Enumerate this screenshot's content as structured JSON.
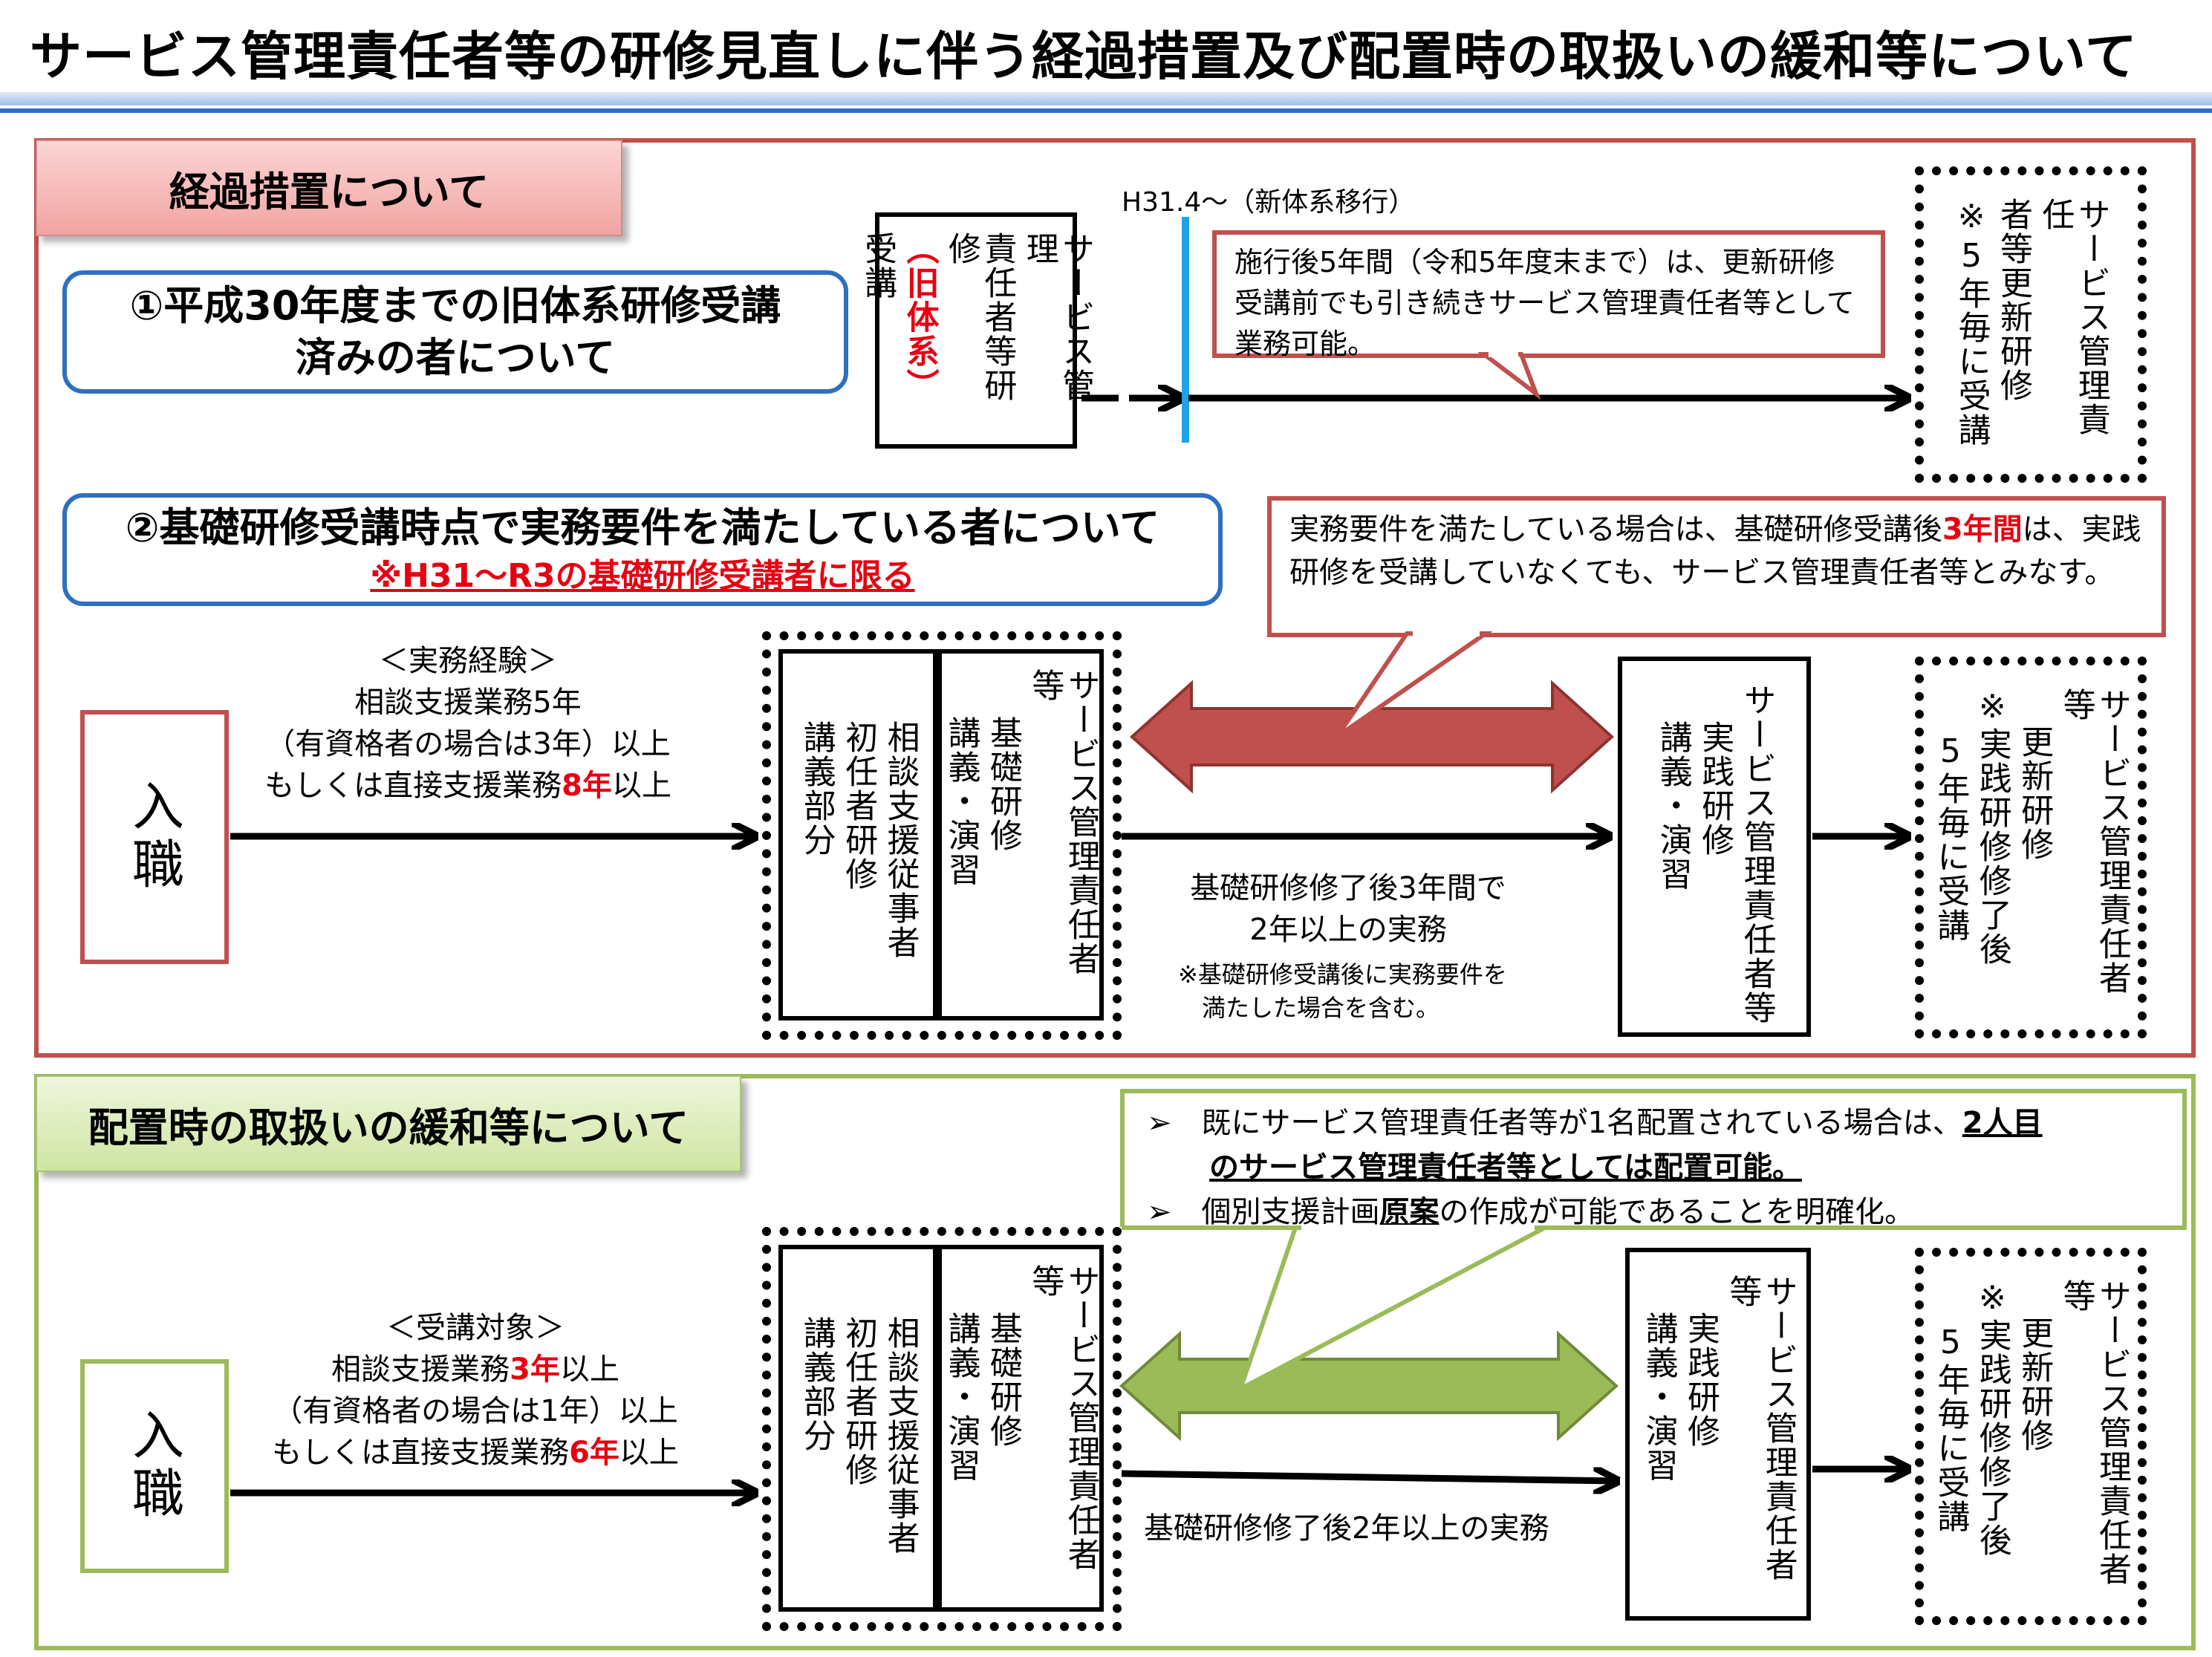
{
  "title": "サービス管理責任者等の研修見直しに伴う経過措置及び配置時の取扱いの緩和等について",
  "section1": {
    "tab": "経過措置について",
    "group1": {
      "heading_line1": "①平成30年度までの旧体系研修受講",
      "heading_line2": "済みの者について",
      "old_training": {
        "col1": "サービス管理",
        "col2": "責任者等研修",
        "col3": "（旧体系）",
        "col4": "受講"
      },
      "transition_label": "H31.4～（新体系移行）",
      "callout": "施行後5年間（令和5年度末まで）は、更新研修受講前でも引き続きサービス管理責任者等として業務可能。",
      "renewal": {
        "col1": "サービス管理責任",
        "col2": "者等更新研修",
        "col3": "※5年毎に受講"
      }
    },
    "group2": {
      "heading": "②基礎研修受講時点で実務要件を満たしている者について",
      "subheading": "※H31～R3の基礎研修受講者に限る",
      "callout_part1": "実務要件を満たしている場合は、基礎研修受講後",
      "callout_highlight": "3年間",
      "callout_part2": "は、実践研修を受講していなくても、サービス管理責任者等とみなす。",
      "experience": {
        "line1": "＜実務経験＞",
        "line2": "相談支援業務5年",
        "line3": "（有資格者の場合は3年）以上",
        "line4_prefix": "もしくは直接支援業務",
        "line4_highlight": "8年",
        "line4_suffix": "以上"
      },
      "entry": "入職",
      "initial_training": {
        "col1": "相談支援従事者",
        "col2": "初任者研修",
        "col3": "講義部分"
      },
      "basic_training": {
        "col1": "サービス管理責任者等",
        "col2": "基礎研修",
        "col3": "講義・演習"
      },
      "practice_label_line1": "基礎研修修了後3年間で",
      "practice_label_line2": "2年以上の実務",
      "practice_note_line1": "※基礎研修受講後に実務要件を",
      "practice_note_line2": "満たした場合を含む。",
      "practical_training": {
        "col1": "サービス管理責任者等",
        "col2": "実践研修",
        "col3": "講義・演習"
      },
      "renewal": {
        "col1": "サービス管理責任者等",
        "col2": "更新研修",
        "col3": "※実践研修修了後",
        "col4": "5年毎に受講"
      }
    }
  },
  "section2": {
    "tab": "配置時の取扱いの緩和等について",
    "callout": {
      "bullet": "➢",
      "item1_prefix": "既にサービス管理責任者等が1名配置されている場合は、",
      "item1_bold1": "2人目",
      "item1_bold2": "のサービス管理責任者等としては配置可能。",
      "item2_prefix": "個別支援計画",
      "item2_bold": "原案",
      "item2_suffix": "の作成が可能であることを明確化。"
    },
    "eligibility": {
      "line1": "＜受講対象＞",
      "line2_prefix": "相談支援業務",
      "line2_highlight": "3年",
      "line2_suffix": "以上",
      "line3": "（有資格者の場合は1年）以上",
      "line4_prefix": "もしくは直接支援業務",
      "line4_highlight": "6年",
      "line4_suffix": "以上"
    },
    "entry": "入職",
    "initial_training": {
      "col1": "相談支援従事者",
      "col2": "初任者研修",
      "col3": "講義部分"
    },
    "basic_training": {
      "col1": "サービス管理責任者等",
      "col2": "基礎研修",
      "col3": "講義・演習"
    },
    "practice_label": "基礎研修修了後2年以上の実務",
    "practical_training": {
      "col1": "サービス管理責任者等",
      "col2": "実践研修",
      "col3": "講義・演習"
    },
    "renewal": {
      "col1": "サービス管理責任者等",
      "col2": "更新研修",
      "col3": "※実践研修修了後",
      "col4": "5年毎に受講"
    }
  },
  "colors": {
    "section1_border": "#c0504d",
    "section2_border": "#9bbb59",
    "heading_border": "#2f6fc0",
    "highlight_text": "#e60012",
    "transition_line": "#1fa3e6"
  }
}
